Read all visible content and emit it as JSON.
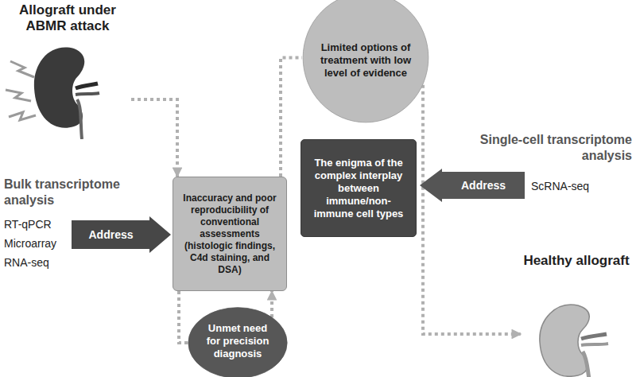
{
  "diagram": {
    "nodes": [
      {
        "text": [
          "Allograft under ABMR attack"
        ]
      },
      {
        "text": [
          "Inaccuracy and poor reproducibility of conventional assessments (histologic findings, C4d staining, and DSA)"
        ]
      },
      {
        "text": [
          "Address"
        ]
      },
      {
        "text": [
          "Unmet need for precision diagnosis"
        ]
      },
      {
        "text": [
          "Limited options of treatment with low level of evidence"
        ]
      },
      {
        "text": [
          "The enigma of the complex interplay between immune/non-immune cell types"
        ]
      },
      {
        "text": [
          "Address"
        ]
      },
      {
        "text": [
          "Healthy allograft"
        ]
      }
    ],
    "edges": [
      {
        "from": 0,
        "to": 1,
        "arrow": "to"
      },
      {
        "from": 1,
        "to": 4,
        "arrow": "none"
      },
      {
        "from": 1,
        "to": 3,
        "arrow": "none"
      },
      {
        "from": 3,
        "to": 1,
        "arrow": "to"
      },
      {
        "from": 4,
        "to": 7,
        "arrow": "to"
      }
    ],
    "labels": [
      "Bulk transcriptome analysis",
      "RT-qPCR",
      "Microarray",
      "RNA-seq",
      "Single-cell transcriptome analysis",
      "ScRNA-seq"
    ]
  }
}
